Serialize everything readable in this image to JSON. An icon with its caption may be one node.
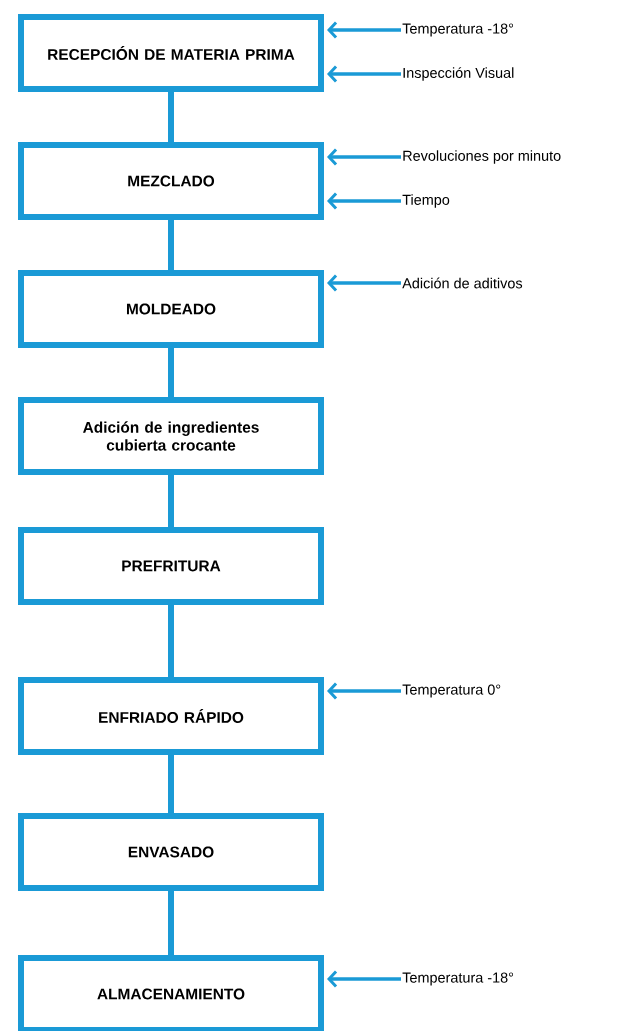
{
  "diagram": {
    "nodes": [
      {
        "text": [
          "RECEPCIÓN DE MATERIA PRIMA"
        ]
      },
      {
        "text": [
          "MEZCLADO"
        ]
      },
      {
        "text": [
          "MOLDEADO"
        ]
      },
      {
        "text": [
          "Adición de ingredientes cubierta crocante"
        ]
      },
      {
        "text": [
          "PREFRITURA"
        ]
      },
      {
        "text": [
          "ENFRIADO RÁPIDO"
        ]
      },
      {
        "text": [
          "ENVASADO"
        ]
      },
      {
        "text": [
          "ALMACENAMIENTO"
        ]
      },
      {
        "text": [
          "Temperatura -18°"
        ]
      },
      {
        "text": [
          "Inspección Visual"
        ]
      },
      {
        "text": [
          "Revoluciones por minuto"
        ]
      },
      {
        "text": [
          "Tiempo"
        ]
      },
      {
        "text": [
          "Adición de aditivos"
        ]
      },
      {
        "text": [
          "Temperatura 0°"
        ]
      },
      {
        "text": [
          "Temperatura -18°"
        ]
      }
    ],
    "edges": [
      {
        "from": 0,
        "to": 1,
        "arrow": "none"
      },
      {
        "from": 1,
        "to": 2,
        "arrow": "none"
      },
      {
        "from": 2,
        "to": 3,
        "arrow": "none"
      },
      {
        "from": 3,
        "to": 4,
        "arrow": "none"
      },
      {
        "from": 4,
        "to": 5,
        "arrow": "none"
      },
      {
        "from": 5,
        "to": 6,
        "arrow": "none"
      },
      {
        "from": 6,
        "to": 7,
        "arrow": "none"
      },
      {
        "from": 8,
        "to": 0,
        "arrow": "to"
      },
      {
        "from": 9,
        "to": 0,
        "arrow": "to"
      },
      {
        "from": 10,
        "to": 1,
        "arrow": "to"
      },
      {
        "from": 11,
        "to": 1,
        "arrow": "to"
      },
      {
        "from": 12,
        "to": 2,
        "arrow": "to"
      },
      {
        "from": 13,
        "to": 5,
        "arrow": "to"
      },
      {
        "from": 14,
        "to": 7,
        "arrow": "to"
      }
    ]
  }
}
